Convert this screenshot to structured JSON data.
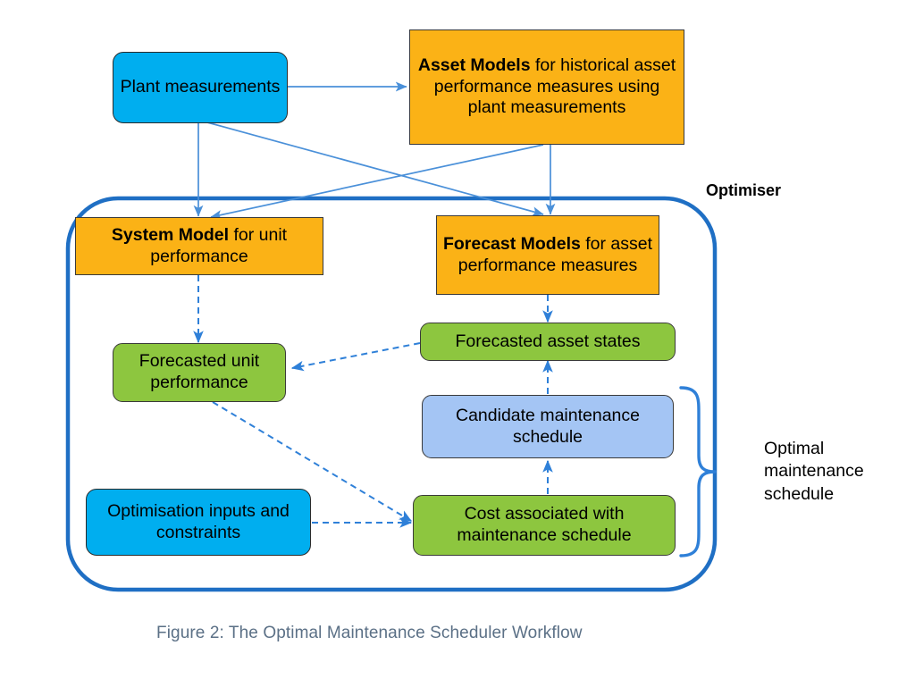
{
  "figure": {
    "caption": "Figure 2: The Optimal Maintenance Scheduler Workflow",
    "container_label": "Optimiser",
    "bracket_label_lines": [
      "Optimal",
      "maintenance",
      "schedule"
    ]
  },
  "colors": {
    "cyan": "#00AEEF",
    "orange": "#FBB216",
    "green": "#8DC63F",
    "light_blue": "#A4C5F4",
    "arrow_blue": "#4A90D9",
    "container_blue": "#1F6FC4",
    "caption_gray": "#5B7086",
    "node_border": "#3A3A3A"
  },
  "nodes": {
    "plant_measurements": {
      "label": "Plant measurements",
      "line1": "Plant",
      "line2": "measurements",
      "type": "input",
      "color": "cyan"
    },
    "asset_models": {
      "bold": "Asset Models",
      "rest": " for historical asset performance measures using plant measurements",
      "label": "Asset Models for historical asset performance measures using plant measurements",
      "type": "model",
      "color": "orange"
    },
    "system_model": {
      "bold": "System Model",
      "rest": " for unit performance",
      "label": "System Model for unit performance",
      "type": "model",
      "color": "orange"
    },
    "forecast_models": {
      "bold": "Forecast Models",
      "rest": " for asset performance measures",
      "label": "Forecast Models for asset performance measures",
      "type": "model",
      "color": "orange"
    },
    "forecasted_unit_performance": {
      "label": "Forecasted unit performance",
      "type": "state",
      "color": "green"
    },
    "forecasted_asset_states": {
      "label": "Forecasted asset states",
      "type": "state",
      "color": "green"
    },
    "candidate_maintenance_schedule": {
      "label": "Candidate maintenance schedule",
      "type": "decision",
      "color": "light_blue"
    },
    "cost_maintenance_schedule": {
      "label": "Cost associated with maintenance schedule",
      "type": "objective",
      "color": "green"
    },
    "optimisation_inputs": {
      "label": "Optimisation inputs and constraints",
      "type": "input",
      "color": "cyan"
    }
  },
  "edges": [
    {
      "from": "plant_measurements",
      "to": "asset_models",
      "style": "solid"
    },
    {
      "from": "plant_measurements",
      "to": "system_model",
      "style": "solid"
    },
    {
      "from": "plant_measurements",
      "to": "forecast_models",
      "style": "solid"
    },
    {
      "from": "asset_models",
      "to": "forecast_models",
      "style": "solid"
    },
    {
      "from": "asset_models",
      "to": "system_model",
      "style": "solid"
    },
    {
      "from": "system_model",
      "to": "forecasted_unit_performance",
      "style": "dashed"
    },
    {
      "from": "forecast_models",
      "to": "forecasted_asset_states",
      "style": "dashed"
    },
    {
      "from": "forecasted_asset_states",
      "to": "forecasted_unit_performance",
      "style": "dashed"
    },
    {
      "from": "candidate_maintenance_schedule",
      "to": "forecasted_asset_states",
      "style": "dashed"
    },
    {
      "from": "cost_maintenance_schedule",
      "to": "candidate_maintenance_schedule",
      "style": "dashed"
    },
    {
      "from": "forecasted_unit_performance",
      "to": "cost_maintenance_schedule",
      "style": "dashed"
    },
    {
      "from": "optimisation_inputs",
      "to": "cost_maintenance_schedule",
      "style": "dashed"
    }
  ]
}
